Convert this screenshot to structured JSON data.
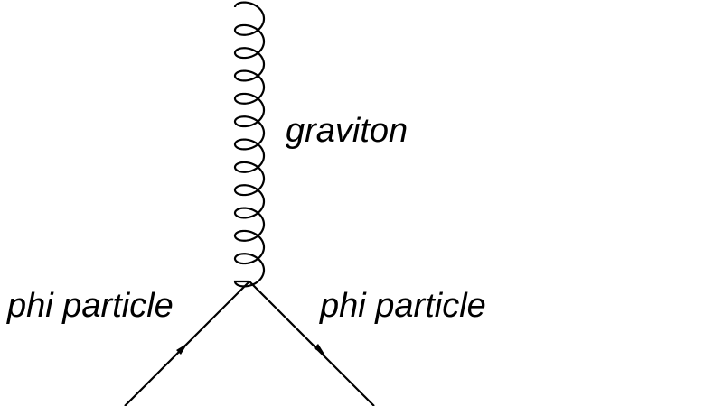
{
  "diagram": {
    "labels": {
      "boson": "graviton",
      "incoming": "phi particle",
      "outgoing": "phi particle"
    },
    "colors": {
      "line": "#000000",
      "text": "#000000",
      "background": "#ffffff"
    }
  }
}
